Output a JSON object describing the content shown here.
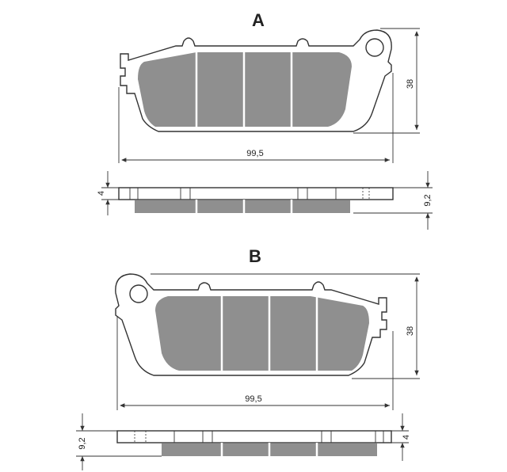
{
  "diagram_a": {
    "label": "A",
    "width_dim": "99,5",
    "height_dim": "38",
    "thickness_small": "4",
    "thickness_total": "9,2"
  },
  "diagram_b": {
    "label": "B",
    "width_dim": "99,5",
    "height_dim": "38",
    "thickness_small": "4",
    "thickness_total": "9,2"
  }
}
